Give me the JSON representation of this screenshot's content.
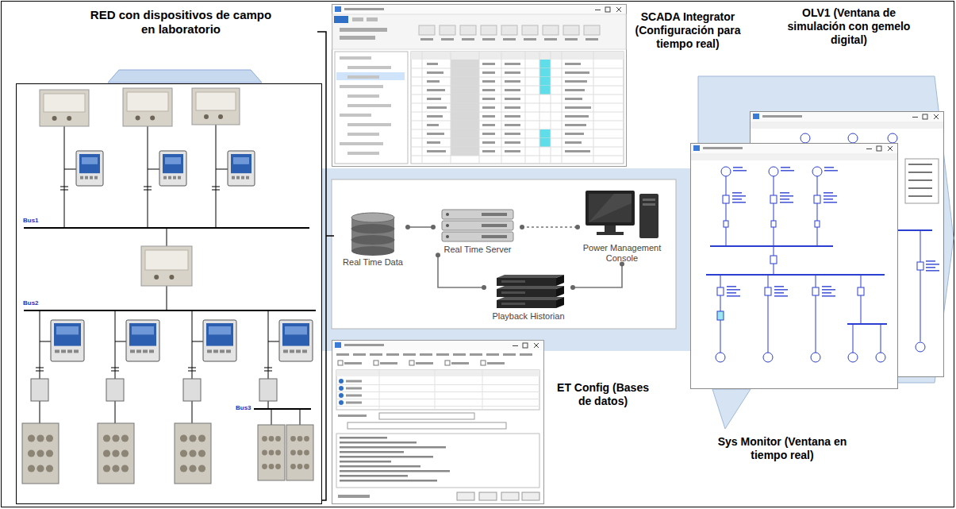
{
  "diagram": {
    "nodes": [
      {
        "text": [
          "RED con dispositivos de campo en laboratorio"
        ]
      },
      {
        "text": [
          "SCADA Integrator (Configuración para tiempo real)"
        ]
      },
      {
        "text": [
          "Real Time Data"
        ]
      },
      {
        "text": [
          "Real Time Server"
        ]
      },
      {
        "text": [
          "Power Management Console"
        ]
      },
      {
        "text": [
          "Playback Historian"
        ]
      },
      {
        "text": [
          "ET Config (Bases de datos)"
        ]
      },
      {
        "text": [
          "OLV1 (Ventana de simulación con gemelo digital)"
        ]
      },
      {
        "text": [
          "Sys Monitor (Ventana en tiempo real)"
        ]
      }
    ],
    "edges": [
      {
        "from": 2,
        "to": 3,
        "arrow": "none"
      },
      {
        "from": 3,
        "to": 4,
        "arrow": "none"
      },
      {
        "from": 3,
        "to": 5,
        "arrow": "none"
      },
      {
        "from": 5,
        "to": 4,
        "arrow": "none"
      }
    ],
    "labels": [
      "Bus1",
      "Bus2",
      "Bus3"
    ]
  }
}
